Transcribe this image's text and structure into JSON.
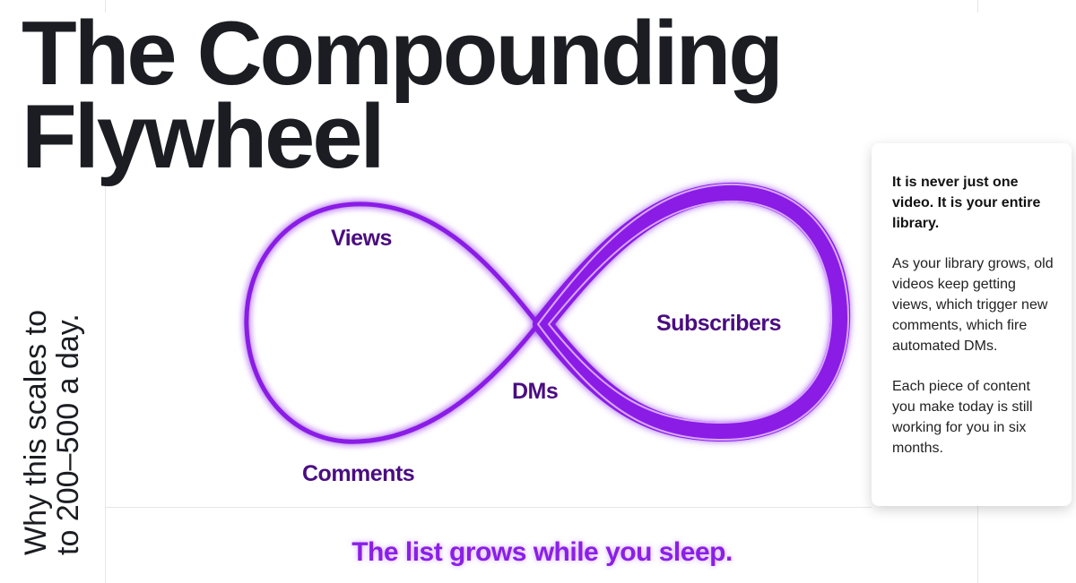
{
  "title": "The Compounding Flywheel",
  "side_caption": [
    "Why this scales to",
    "to 200–500 a day."
  ],
  "flywheel": {
    "labels": {
      "views": "Views",
      "comments": "Comments",
      "dms": "DMs",
      "subscribers": "Subscribers"
    },
    "color": "#8a1fe6"
  },
  "card": {
    "lead": "It is never just one video. It is your entire library.",
    "paragraph_1": "As your library grows, old videos keep getting views, which trigger new comments, which fire automated DMs.",
    "paragraph_2": "Each piece of content you make today is still working for you in six months."
  },
  "tagline": "The list grows while you sleep."
}
